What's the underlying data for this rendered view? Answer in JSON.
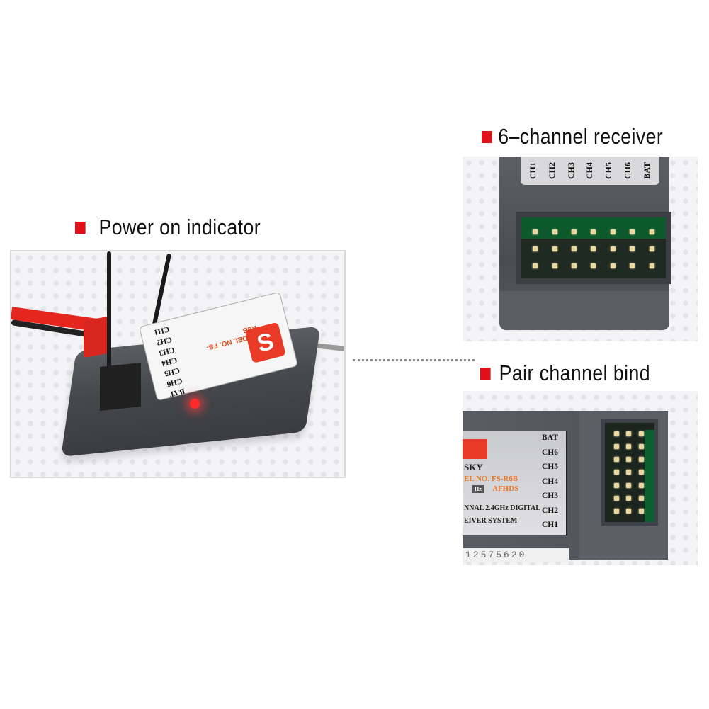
{
  "captions": {
    "power_on": "Power on indicator",
    "six_channel": "6–channel receiver",
    "pair_bind": "Pair channel bind"
  },
  "colors": {
    "bullet": "#e0101a",
    "led": "#ff2a2a",
    "case": "#4a4e54"
  },
  "left_photo": {
    "channel_labels": [
      "CH1",
      "CH2",
      "CH3",
      "CH4",
      "CH5",
      "CH6",
      "BAT"
    ],
    "logo": "S",
    "model_text": "MODEL NO. FS-R6B"
  },
  "top_right_photo": {
    "channel_labels": [
      "CH1",
      "CH2",
      "CH3",
      "CH4",
      "CH5",
      "CH6",
      "BAT"
    ]
  },
  "bottom_right_photo": {
    "channel_labels": [
      "BAT",
      "CH6",
      "CH5",
      "CH4",
      "CH3",
      "CH2",
      "CH1"
    ],
    "brand_partial": "SKY",
    "model_partial": "EL NO. FS-R6B",
    "afhds": "AFHDS",
    "hz": "Hz",
    "line1": "NNAL 2.4GHz DIGITAL",
    "line2": "EIVER SYSTEM",
    "serial": "12575620"
  }
}
